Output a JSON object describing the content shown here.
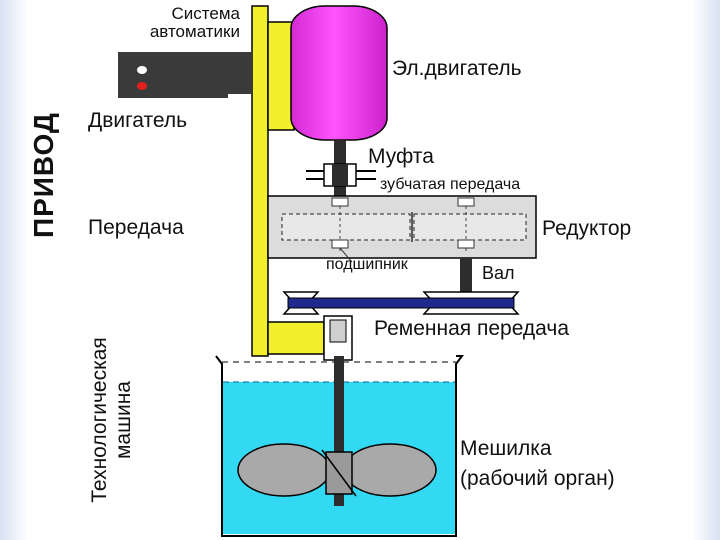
{
  "labels": {
    "automation_system": [
      "Система",
      "автоматики"
    ],
    "electric_motor": "Эл.двигатель",
    "engine": "Двигатель",
    "coupling": "Муфта",
    "gear_transmission": "зубчатая передача",
    "transmission": "Передача",
    "reducer": "Редуктор",
    "bearing": "подшипник",
    "shaft": "Вал",
    "belt_drive": "Ременная передача",
    "mixer": "Мешилка",
    "working_organ": "(рабочий орган)",
    "drive": "ПРИВОД",
    "technological_machine": [
      "Технологическая",
      "машина"
    ]
  },
  "colors": {
    "motor": "#ff44ff",
    "frame": "#f2f02c",
    "liquid": "#33d8f2",
    "control_box": "#3a3a3a",
    "indicator_top": "#ffffff",
    "indicator_bottom": "#e0201e",
    "belt": "#1f2a8c",
    "reducer_body": "#dcdcdc",
    "blade": "#a9a9a9"
  }
}
